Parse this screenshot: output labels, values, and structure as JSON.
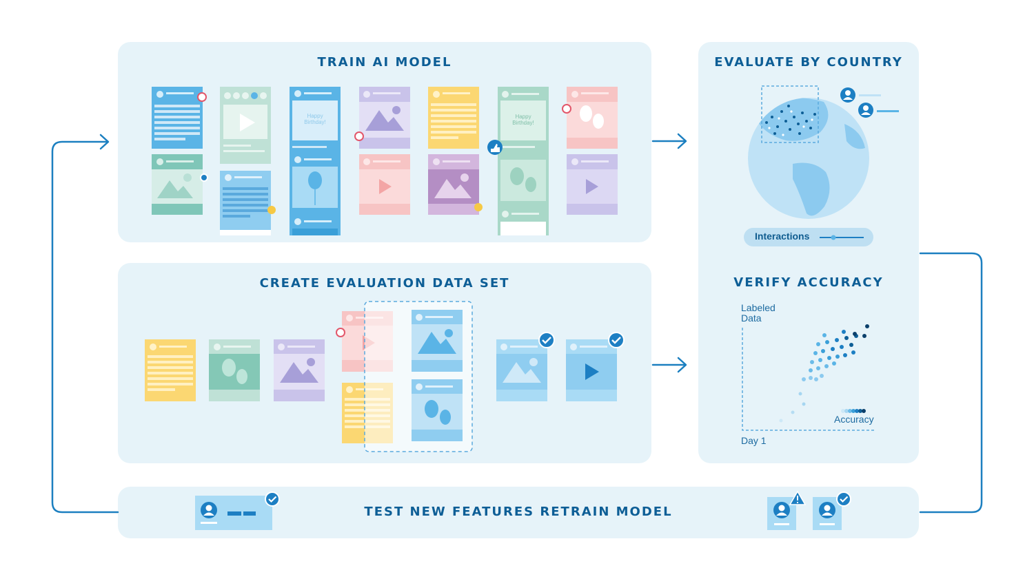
{
  "panels": {
    "train": "TRAIN AI MODEL",
    "evaluate_country": "EVALUATE BY COUNTRY",
    "create_eval": "CREATE EVALUATION DATA SET",
    "verify": "VERIFY ACCURACY",
    "test_retrain": "TEST NEW FEATURES RETRAIN MODEL"
  },
  "cards": {
    "birthday_line1": "Happy",
    "birthday_line2": "Birthday!"
  },
  "map": {
    "legend": "Interactions"
  },
  "accuracy_chart": {
    "y_label_line1": "Labeled",
    "y_label_line2": "Data",
    "x_label": "Day 1",
    "series_label": "Accuracy"
  },
  "colors": {
    "panel_bg": "#e6f3f9",
    "title": "#0d5e96",
    "flow_arrow": "#1b7fc0"
  }
}
